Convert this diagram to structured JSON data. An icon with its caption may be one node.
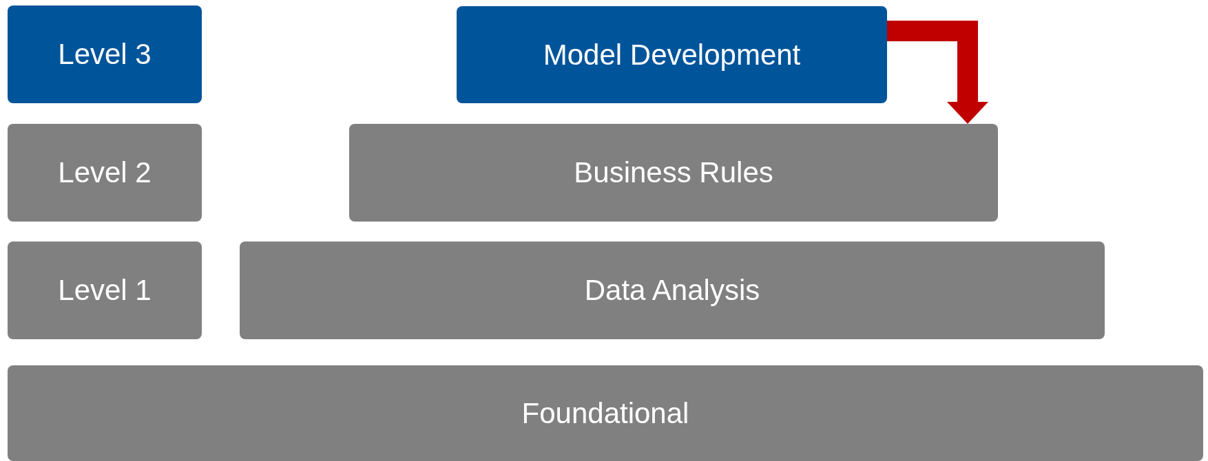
{
  "diagram": {
    "nodes": [
      {
        "text": [
          "Level 3"
        ]
      },
      {
        "text": [
          "Model Development"
        ]
      },
      {
        "text": [
          "Level 2"
        ]
      },
      {
        "text": [
          "Business Rules"
        ]
      },
      {
        "text": [
          "Level 1"
        ]
      },
      {
        "text": [
          "Data Analysis"
        ]
      },
      {
        "text": [
          "Foundational"
        ]
      }
    ],
    "edges": [
      {
        "from": 1,
        "to": 3,
        "arrow": "to",
        "color": "#c00000"
      }
    ]
  }
}
